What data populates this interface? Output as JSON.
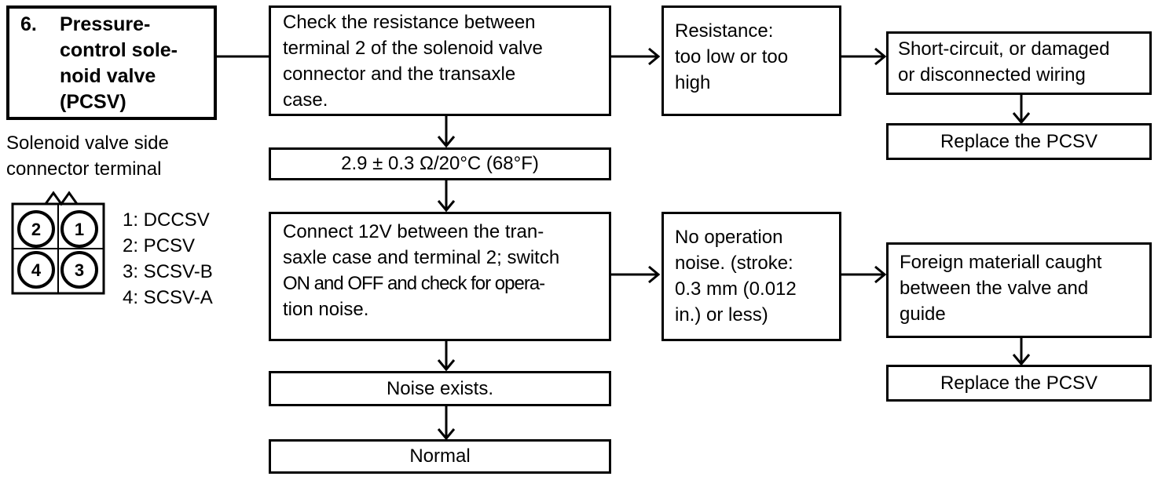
{
  "component": {
    "number": "6.",
    "title_lines": [
      "Pressure-",
      "control sole-",
      "noid valve",
      "(PCSV)"
    ]
  },
  "connector": {
    "caption_lines": [
      "Solenoid valve side",
      "connector terminal"
    ],
    "pins": [
      "2",
      "1",
      "4",
      "3"
    ],
    "legend": [
      "1: DCCSV",
      "2: PCSV",
      "3: SCSV-B",
      "4: SCSV-A"
    ]
  },
  "steps": {
    "check_resistance": [
      "Check the resistance between",
      "terminal 2 of the solenoid valve",
      "connector and the transaxle",
      "case."
    ],
    "resistance_abnormal": [
      "Resistance:",
      "too low or too",
      "high"
    ],
    "wiring_fault": [
      "Short-circuit, or damaged",
      "or disconnected wiring"
    ],
    "replace_1": "Replace the PCSV",
    "spec_value": "2.9 ± 0.3 Ω/20°C (68°F)",
    "connect_12v": [
      "Connect 12V between the tran-",
      "saxle case and terminal 2; switch",
      "ON and OFF and check for opera-",
      "tion noise."
    ],
    "no_noise": [
      "No operation",
      "noise. (stroke:",
      "0.3 mm (0.012",
      "in.) or less)"
    ],
    "foreign_material": [
      "Foreign materiall caught",
      "between the valve and",
      "guide"
    ],
    "replace_2": "Replace the PCSV",
    "noise_exists": "Noise exists.",
    "normal": "Normal"
  }
}
